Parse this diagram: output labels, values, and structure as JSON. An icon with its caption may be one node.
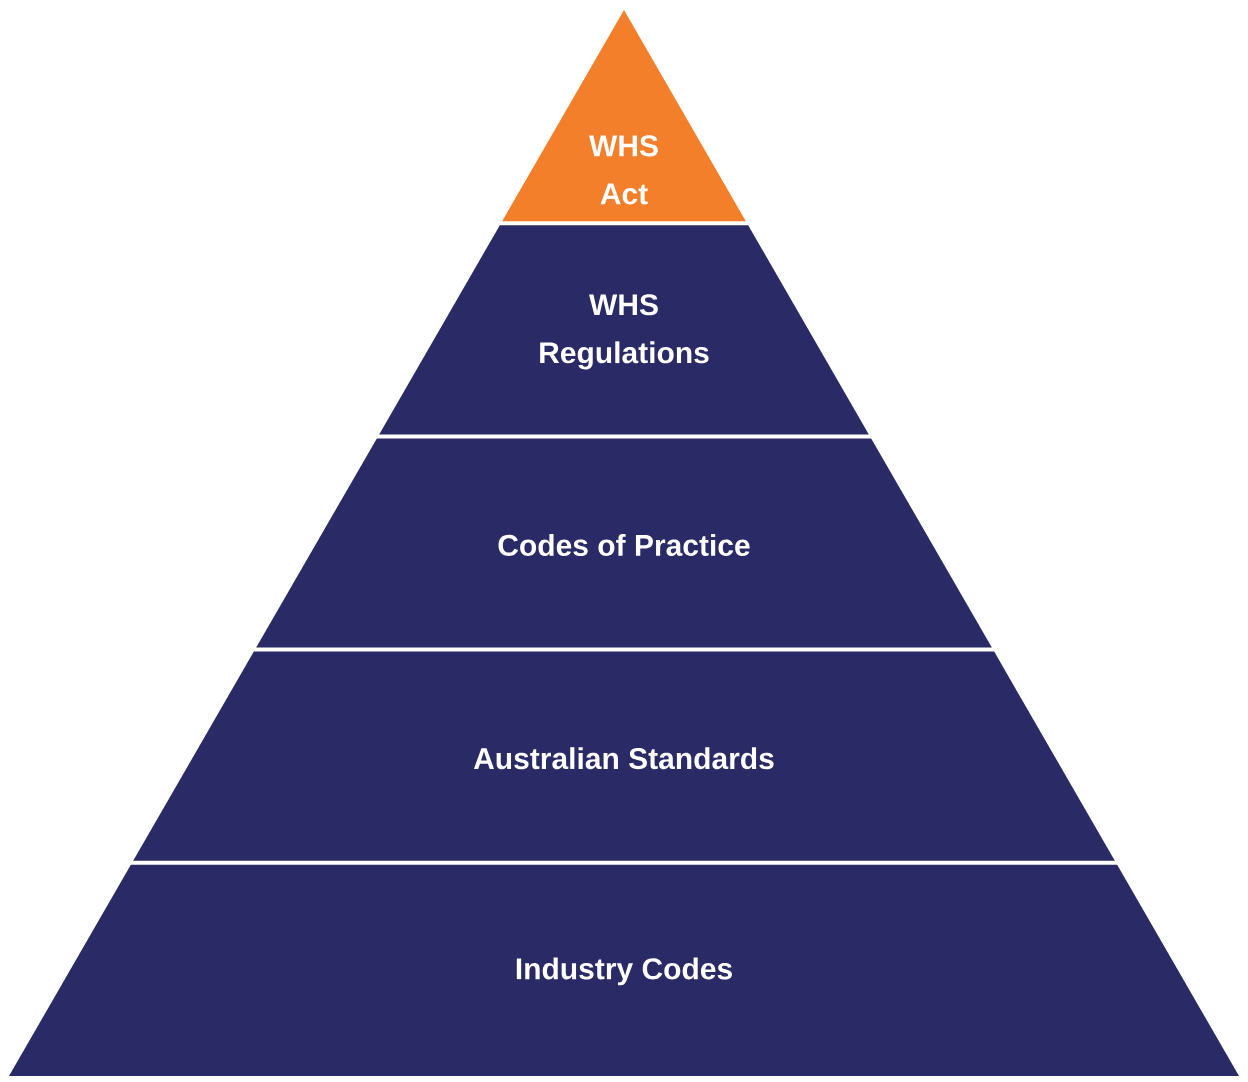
{
  "diagram": {
    "nodes": [
      {
        "text": [
          "WHS Act"
        ]
      },
      {
        "text": [
          "WHS Regulations"
        ]
      },
      {
        "text": [
          "Codes of Practice"
        ]
      },
      {
        "text": [
          "Australian Standards"
        ]
      },
      {
        "text": [
          "Industry Codes"
        ]
      }
    ]
  }
}
